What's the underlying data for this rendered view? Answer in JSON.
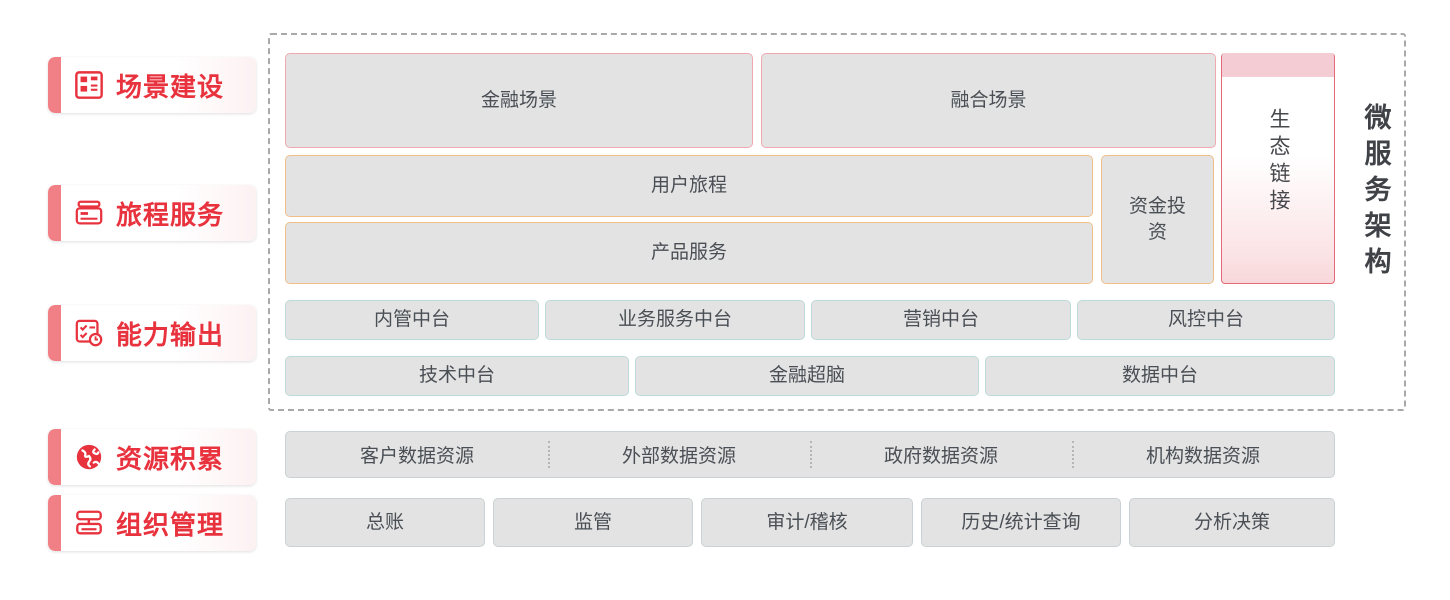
{
  "colors": {
    "accent_red": "#e8333f",
    "accent_salmon": "#f08086",
    "box_fill": "#e3e3e3",
    "box_text": "#4a4f55",
    "border_pink": "#f0a9b0",
    "border_orange": "#f0bf86",
    "border_teal": "#bcdada",
    "border_grey": "#c9d2d4",
    "dashed_frame": "#a9a9a9"
  },
  "sidebar": {
    "items": [
      {
        "label": "场景建设",
        "icon": "dashboard-layout-icon"
      },
      {
        "label": "旅程服务",
        "icon": "card-journey-icon"
      },
      {
        "label": "能力输出",
        "icon": "checklist-clock-icon"
      },
      {
        "label": "资源积累",
        "icon": "globe-icon"
      },
      {
        "label": "组织管理",
        "icon": "org-chart-icon"
      }
    ]
  },
  "scene_row": {
    "boxes": [
      {
        "label": "金融场景"
      },
      {
        "label": "融合场景"
      }
    ]
  },
  "journey_rows": {
    "left_boxes": [
      {
        "label": "用户旅程"
      },
      {
        "label": "产品服务"
      }
    ],
    "side_box": {
      "label": "资金投资"
    }
  },
  "ecosystem": {
    "label": "生态链接"
  },
  "right_caption": {
    "label": "微服务架构"
  },
  "capability_rows": {
    "row1": [
      {
        "label": "内管中台"
      },
      {
        "label": "业务服务中台"
      },
      {
        "label": "营销中台"
      },
      {
        "label": "风控中台"
      }
    ],
    "row2": [
      {
        "label": "技术中台"
      },
      {
        "label": "金融超脑"
      },
      {
        "label": "数据中台"
      }
    ]
  },
  "resource_strip": {
    "cells": [
      {
        "label": "客户数据资源"
      },
      {
        "label": "外部数据资源"
      },
      {
        "label": "政府数据资源"
      },
      {
        "label": "机构数据资源"
      }
    ]
  },
  "organization_row": {
    "boxes": [
      {
        "label": "总账"
      },
      {
        "label": "监管"
      },
      {
        "label": "审计/稽核"
      },
      {
        "label": "历史/统计查询"
      },
      {
        "label": "分析决策"
      }
    ]
  }
}
